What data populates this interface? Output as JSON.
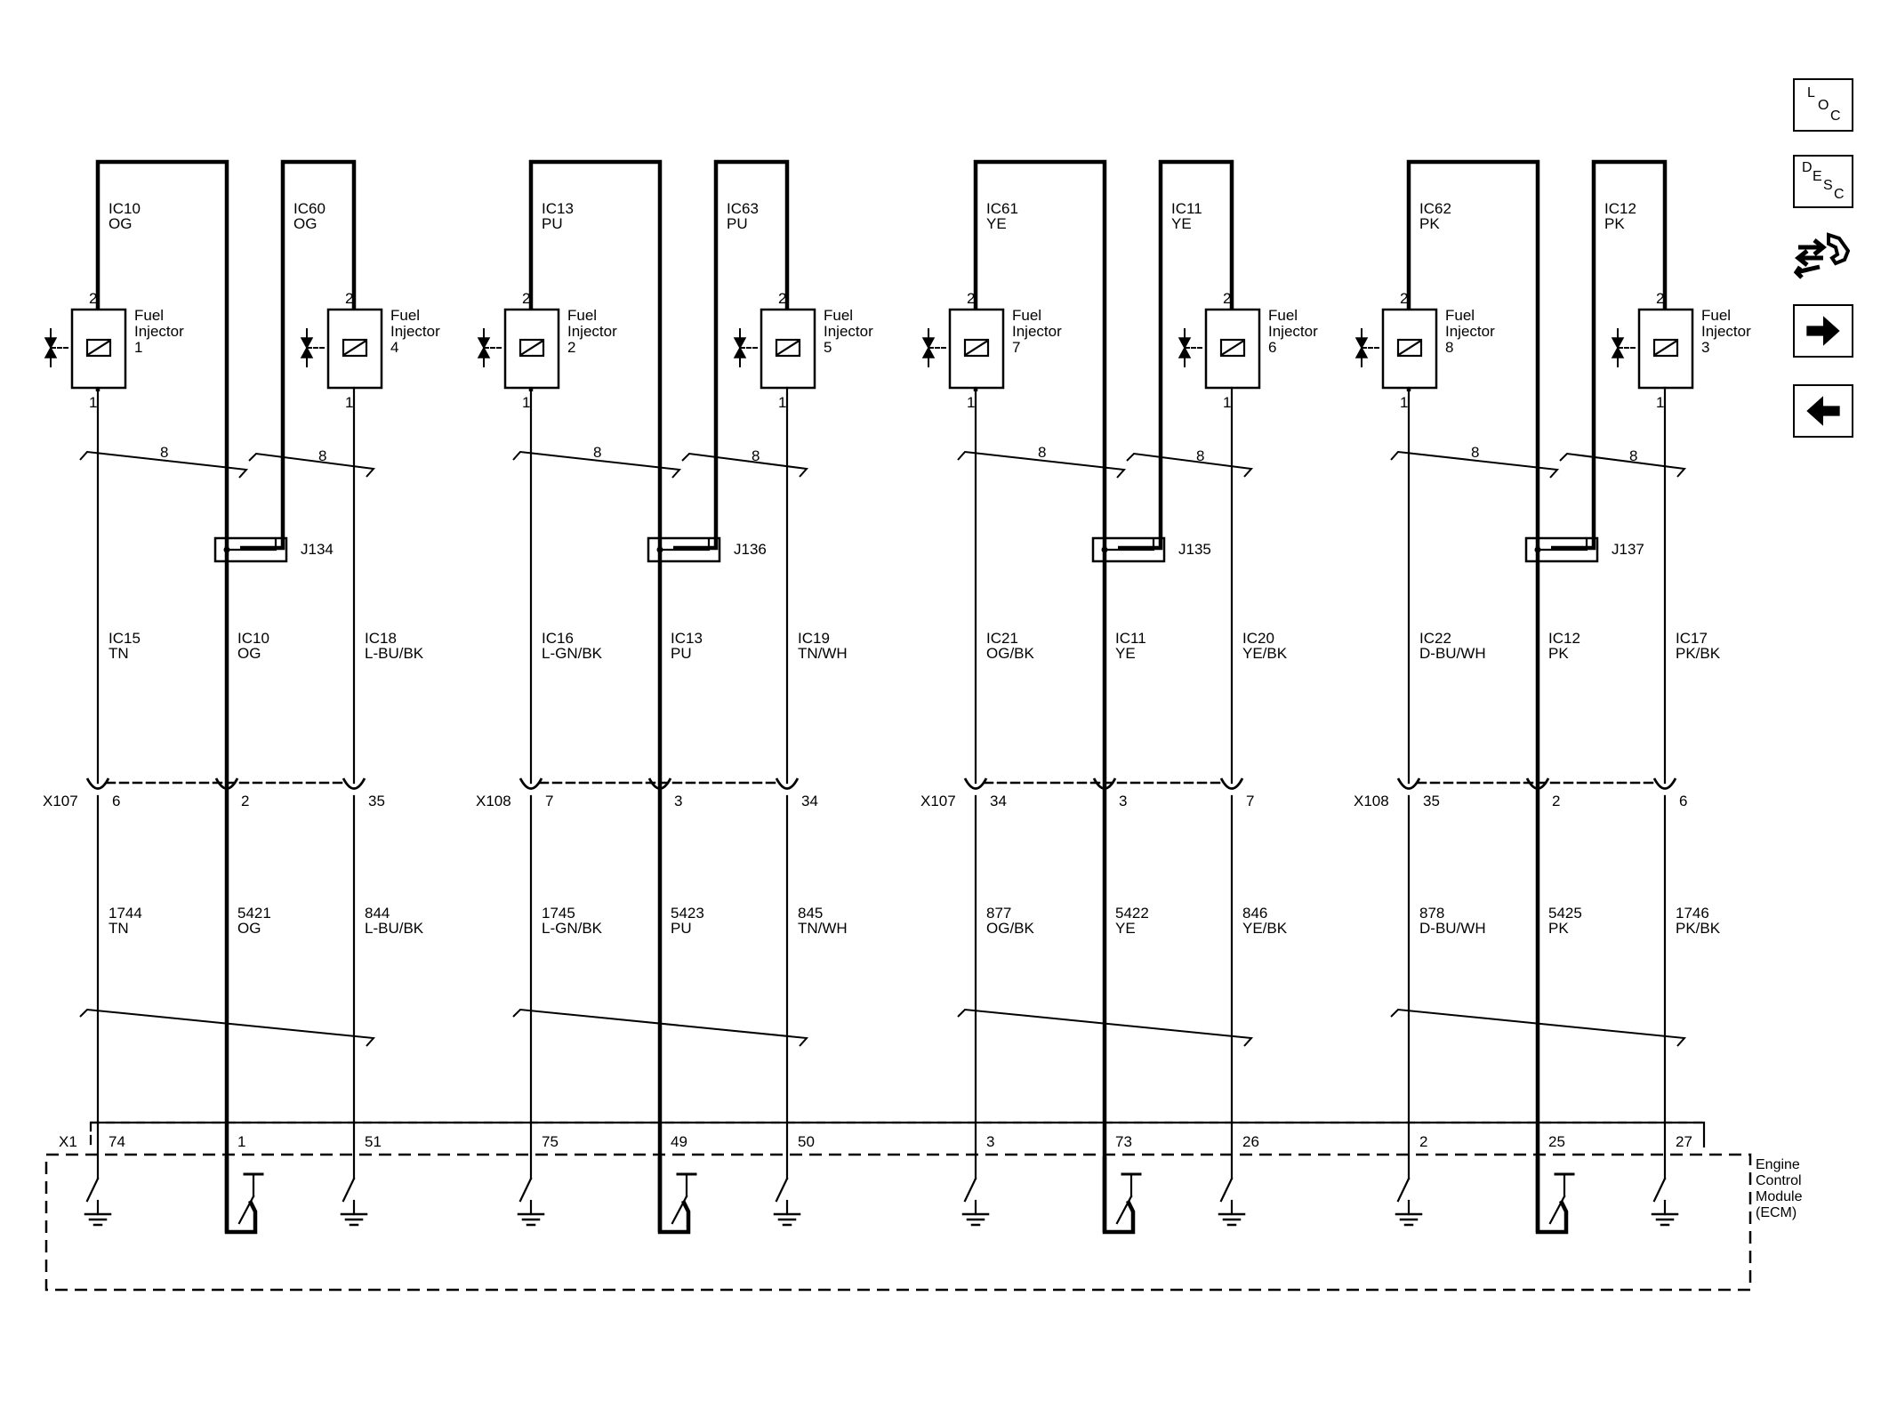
{
  "groups": [
    {
      "splice": "J134",
      "top": [
        {
          "circuit": "IC10",
          "color": "OG"
        },
        {
          "circuit": "IC60",
          "color": "OG"
        }
      ],
      "injectors": [
        {
          "title": "Fuel",
          "title2": "Injector",
          "number": "1",
          "pin_top": "2",
          "pin_bottom": "1"
        },
        {
          "title": "Fuel",
          "title2": "Injector",
          "number": "4",
          "pin_top": "2",
          "pin_bottom": "1"
        }
      ],
      "bundle_count": [
        "8",
        "8"
      ],
      "harness": [
        {
          "circuit": "IC15",
          "color": "TN"
        },
        {
          "circuit": "IC10",
          "color": "OG"
        },
        {
          "circuit": "IC18",
          "color": "L-BU/BK"
        }
      ],
      "connector": "X107",
      "connector_pins": [
        "6",
        "2",
        "35"
      ],
      "ecm_wires": [
        {
          "circuit": "1744",
          "color": "TN"
        },
        {
          "circuit": "5421",
          "color": "OG"
        },
        {
          "circuit": "844",
          "color": "L-BU/BK"
        }
      ],
      "ecm_pins": [
        "74",
        "1",
        "51"
      ]
    },
    {
      "splice": "J136",
      "top": [
        {
          "circuit": "IC13",
          "color": "PU"
        },
        {
          "circuit": "IC63",
          "color": "PU"
        }
      ],
      "injectors": [
        {
          "title": "Fuel",
          "title2": "Injector",
          "number": "2",
          "pin_top": "2",
          "pin_bottom": "1"
        },
        {
          "title": "Fuel",
          "title2": "Injector",
          "number": "5",
          "pin_top": "2",
          "pin_bottom": "1"
        }
      ],
      "bundle_count": [
        "8",
        "8"
      ],
      "harness": [
        {
          "circuit": "IC16",
          "color": "L-GN/BK"
        },
        {
          "circuit": "IC13",
          "color": "PU"
        },
        {
          "circuit": "IC19",
          "color": "TN/WH"
        }
      ],
      "connector": "X108",
      "connector_pins": [
        "7",
        "3",
        "34"
      ],
      "ecm_wires": [
        {
          "circuit": "1745",
          "color": "L-GN/BK"
        },
        {
          "circuit": "5423",
          "color": "PU"
        },
        {
          "circuit": "845",
          "color": "TN/WH"
        }
      ],
      "ecm_pins": [
        "75",
        "49",
        "50"
      ]
    },
    {
      "splice": "J135",
      "top": [
        {
          "circuit": "IC61",
          "color": "YE"
        },
        {
          "circuit": "IC11",
          "color": "YE"
        }
      ],
      "injectors": [
        {
          "title": "Fuel",
          "title2": "Injector",
          "number": "7",
          "pin_top": "2",
          "pin_bottom": "1"
        },
        {
          "title": "Fuel",
          "title2": "Injector",
          "number": "6",
          "pin_top": "2",
          "pin_bottom": "1"
        }
      ],
      "bundle_count": [
        "8",
        "8"
      ],
      "harness": [
        {
          "circuit": "IC21",
          "color": "OG/BK"
        },
        {
          "circuit": "IC11",
          "color": "YE"
        },
        {
          "circuit": "IC20",
          "color": "YE/BK"
        }
      ],
      "connector": "X107",
      "connector_pins": [
        "34",
        "3",
        "7"
      ],
      "ecm_wires": [
        {
          "circuit": "877",
          "color": "OG/BK"
        },
        {
          "circuit": "5422",
          "color": "YE"
        },
        {
          "circuit": "846",
          "color": "YE/BK"
        }
      ],
      "ecm_pins": [
        "3",
        "73",
        "26"
      ]
    },
    {
      "splice": "J137",
      "top": [
        {
          "circuit": "IC62",
          "color": "PK"
        },
        {
          "circuit": "IC12",
          "color": "PK"
        }
      ],
      "injectors": [
        {
          "title": "Fuel",
          "title2": "Injector",
          "number": "8",
          "pin_top": "2",
          "pin_bottom": "1"
        },
        {
          "title": "Fuel",
          "title2": "Injector",
          "number": "3",
          "pin_top": "2",
          "pin_bottom": "1"
        }
      ],
      "bundle_count": [
        "8",
        "8"
      ],
      "harness": [
        {
          "circuit": "IC22",
          "color": "D-BU/WH"
        },
        {
          "circuit": "IC12",
          "color": "PK"
        },
        {
          "circuit": "IC17",
          "color": "PK/BK"
        }
      ],
      "connector": "X108",
      "connector_pins": [
        "35",
        "2",
        "6"
      ],
      "ecm_wires": [
        {
          "circuit": "878",
          "color": "D-BU/WH"
        },
        {
          "circuit": "5425",
          "color": "PK"
        },
        {
          "circuit": "1746",
          "color": "PK/BK"
        }
      ],
      "ecm_pins": [
        "2",
        "25",
        "27"
      ]
    }
  ],
  "ecm": {
    "connector": "X1",
    "label_lines": [
      "Engine",
      "Control",
      "Module",
      "(ECM)"
    ]
  },
  "nav": {
    "loc_letters": [
      "L",
      "O",
      "C"
    ],
    "desc_letters": [
      "D",
      "E",
      "S",
      "C"
    ],
    "icons": [
      "loc-button",
      "desc-button",
      "connector-tool-icon",
      "next-arrow-icon",
      "previous-arrow-icon"
    ]
  }
}
